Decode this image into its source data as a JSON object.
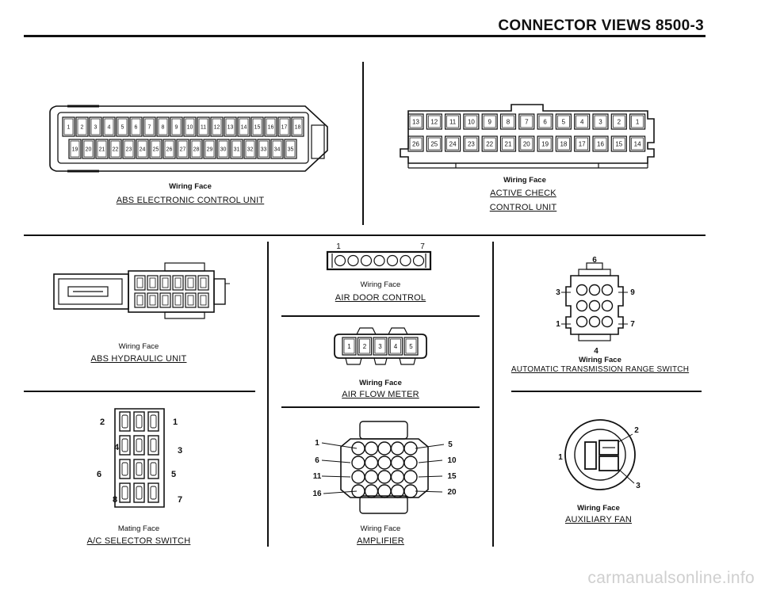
{
  "page": {
    "header": "CONNECTOR VIEWS   8500-3",
    "watermark": "carmanualsonline.info"
  },
  "connectors": [
    {
      "id": "abs-ecu",
      "face_label": "Wiring Face",
      "title": "ABS ELECTRONIC CONTROL UNIT",
      "pins_top": [
        "1",
        "2",
        "3",
        "4",
        "5",
        "6",
        "7",
        "8",
        "9",
        "10",
        "11",
        "12",
        "13",
        "14",
        "15",
        "16",
        "17",
        "18"
      ],
      "pins_bottom": [
        "19",
        "20",
        "21",
        "22",
        "23",
        "24",
        "25",
        "26",
        "27",
        "28",
        "29",
        "30",
        "31",
        "32",
        "33",
        "34",
        "35"
      ]
    },
    {
      "id": "active-check",
      "face_label": "Wiring Face",
      "title_line1": "ACTIVE CHECK",
      "title_line2": "CONTROL UNIT",
      "pins_top": [
        "13",
        "12",
        "11",
        "10",
        "9",
        "8",
        "7",
        "6",
        "5",
        "4",
        "3",
        "2",
        "1"
      ],
      "pins_bottom": [
        "26",
        "25",
        "24",
        "23",
        "22",
        "21",
        "20",
        "19",
        "18",
        "17",
        "16",
        "15",
        "14"
      ]
    },
    {
      "id": "abs-hydraulic",
      "face_label": "Wiring Face",
      "title": "ABS HYDRAULIC UNIT"
    },
    {
      "id": "air-door",
      "face_label": "Wiring Face",
      "title": "AIR DOOR CONTROL",
      "pin_first": "1",
      "pin_last": "7"
    },
    {
      "id": "air-flow",
      "face_label": "Wiring Face",
      "title": "AIR FLOW METER",
      "pins": [
        "1",
        "2",
        "3",
        "4",
        "5"
      ]
    },
    {
      "id": "atrs",
      "face_label": "Wiring Face",
      "title": "AUTOMATIC TRANSMISSION RANGE SWITCH",
      "pins": [
        "6",
        "3",
        "9",
        "1",
        "7",
        "4"
      ]
    },
    {
      "id": "ac-selector",
      "face_label": "Mating Face",
      "title": "A/C SELECTOR SWITCH",
      "pins": [
        "2",
        "1",
        "4",
        "3",
        "6",
        "5",
        "8",
        "7"
      ]
    },
    {
      "id": "amplifier",
      "face_label": "Wiring Face",
      "title": "AMPLIFIER",
      "pins": [
        "1",
        "5",
        "6",
        "10",
        "11",
        "15",
        "16",
        "20"
      ]
    },
    {
      "id": "aux-fan",
      "face_label": "Wiring Face",
      "title": "AUXILIARY FAN",
      "pins": [
        "2",
        "1",
        "3"
      ]
    }
  ]
}
